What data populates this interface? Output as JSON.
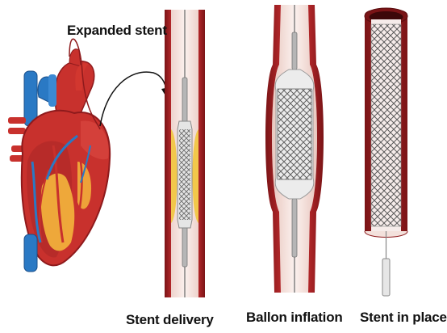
{
  "labels": {
    "expanded_stent": "Expanded stent",
    "stent_delivery": "Stent delivery",
    "balloon_inflation": "Ballon inflation",
    "stent_in_place": "Stent in place"
  },
  "colors": {
    "vessel_wall": "#8e1a1c",
    "vessel_wall_light": "#c0392b",
    "vessel_lumen": "#f3e1dc",
    "plaque": "#f2c84b",
    "stent_mesh": "#555555",
    "balloon": "#e9e9ea",
    "heart_red": "#c8312d",
    "heart_blue": "#2a79c4",
    "fat_yellow": "#f4b63c"
  },
  "icons": [
    "heart-illustration",
    "pointer-arrow",
    "catheter",
    "stent-mesh",
    "balloon"
  ]
}
